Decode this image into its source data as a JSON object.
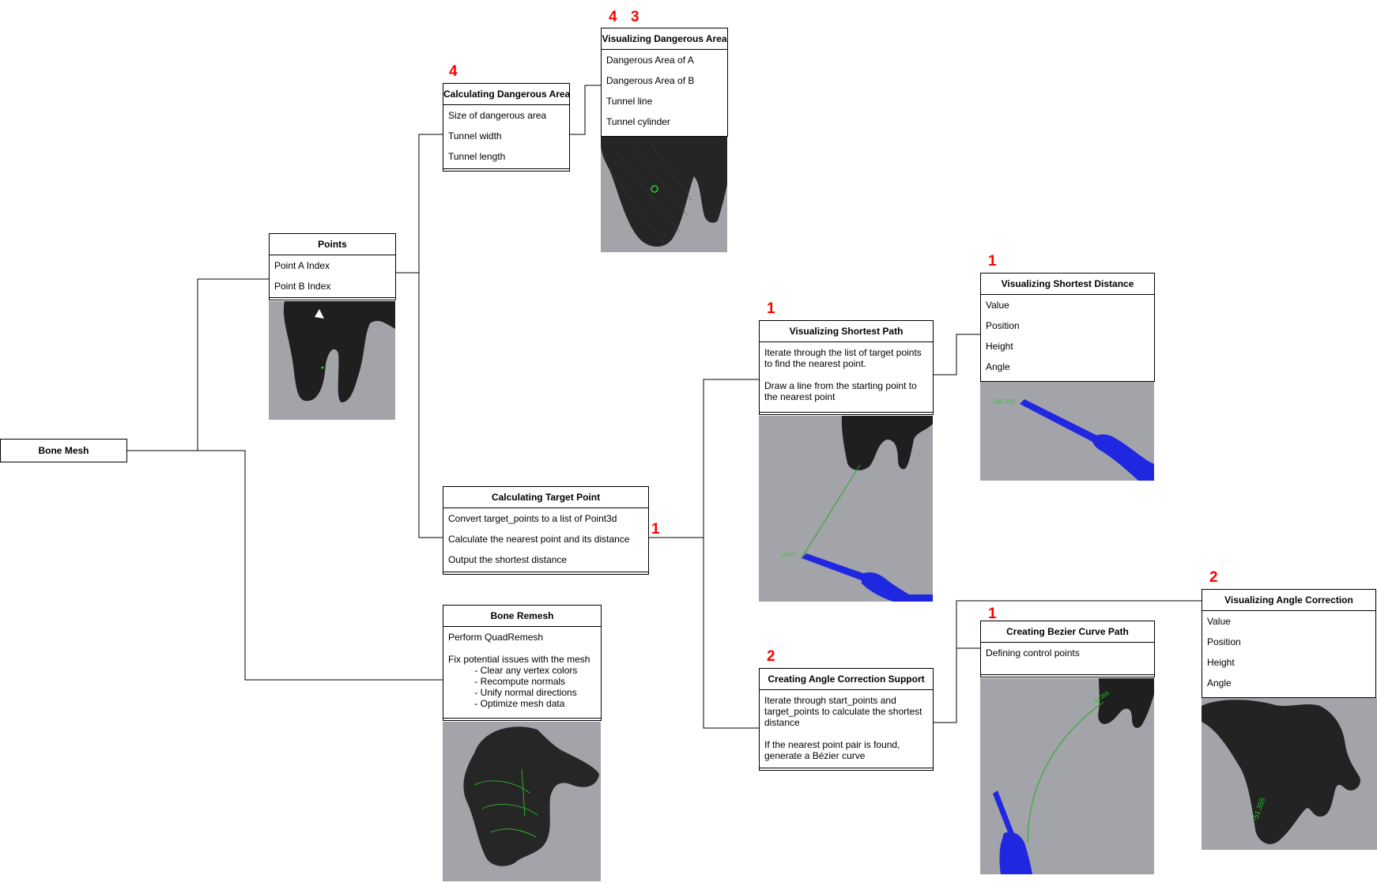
{
  "root": {
    "label": "Bone Mesh"
  },
  "colors": {
    "marker": "#ff0000",
    "render_bg": "#a3a4aa",
    "bone": "#1e1e1e",
    "tool": "#1f28e0",
    "annotation": "#22cc22"
  },
  "boxes": {
    "points": {
      "title": "Points",
      "items": [
        "Point A Index",
        "Point B Index"
      ]
    },
    "calc_danger": {
      "title": "Calculating Dangerous Area",
      "items": [
        "Size of dangerous area",
        "Tunnel width",
        "Tunnel length"
      ]
    },
    "vis_danger": {
      "title": "Visualizing Dangerous Area",
      "items": [
        "Dangerous Area of A",
        "Dangerous Area of B",
        "Tunnel line",
        "Tunnel cylinder"
      ]
    },
    "calc_target": {
      "title": "Calculating Target Point",
      "items": [
        "Convert target_points to a list of Point3d",
        "Calculate the nearest point and its distance",
        "Output the shortest distance"
      ]
    },
    "bone_remesh": {
      "title": "Bone Remesh",
      "text": "Perform QuadRemesh\n\nFix potential issues with the mesh\n          - Clear any vertex colors\n          - Recompute normals\n          - Unify normal directions\n          - Optimize mesh data"
    },
    "vis_path": {
      "title": "Visualizing Shortest Path",
      "text": "Iterate through the list of target points\nto find the nearest point.\n\nDraw a line from the starting point to\nthe nearest point"
    },
    "vis_dist": {
      "title": "Visualizing Shortest Distance",
      "items": [
        "Value",
        "Position",
        "Height",
        "Angle"
      ]
    },
    "angle_support": {
      "title": "Creating Angle Correction Support",
      "text": "Iterate through start_points and\ntarget_points to calculate the shortest\ndistance\n\nIf the nearest point pair is found,\ngenerate a Bézier curve"
    },
    "bezier": {
      "title": "Creating Bezier Curve Path",
      "items": [
        "Defining control points"
      ]
    },
    "vis_angle": {
      "title": "Visualizing Angle Correction",
      "items": [
        "Value",
        "Position",
        "Height",
        "Angle"
      ]
    }
  },
  "markers": {
    "calc_danger": "4",
    "vis_danger_a": "4",
    "vis_danger_b": "3",
    "calc_target": "1",
    "vis_path": "1",
    "vis_dist": "1",
    "angle_support": "2",
    "bezier": "1",
    "vis_angle": "2"
  },
  "render_labels": {
    "vis_dist": "105.797",
    "vis_path": "105.79",
    "bezier": "51.355",
    "vis_angle": "-51.355"
  }
}
